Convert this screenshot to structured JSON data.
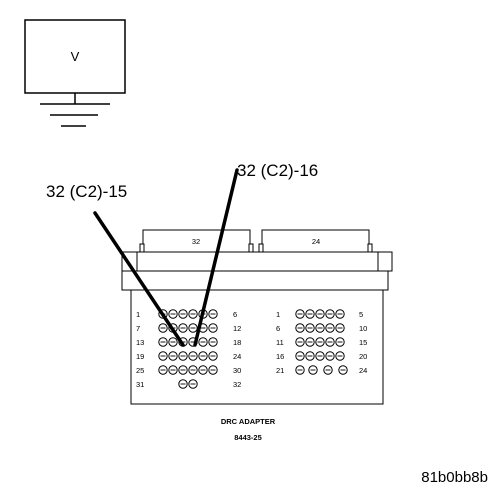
{
  "meter": {
    "label": "V"
  },
  "callouts": {
    "pin15": "32 (C2)-15",
    "pin16": "32 (C2)-16"
  },
  "connectors": {
    "left_tab": "32",
    "right_tab": "24"
  },
  "left_block": {
    "row_labels": [
      "1",
      "7",
      "13",
      "19",
      "25",
      "31"
    ],
    "row_end_labels": [
      "6",
      "12",
      "18",
      "24",
      "30",
      "32"
    ]
  },
  "right_block": {
    "row_labels": [
      "1",
      "6",
      "11",
      "16",
      "21"
    ],
    "row_end_labels": [
      "5",
      "10",
      "15",
      "20",
      "24"
    ]
  },
  "caption": {
    "line1": "DRC ADAPTER",
    "line2": "8443-25"
  },
  "figure_id": "81b0bb8b"
}
